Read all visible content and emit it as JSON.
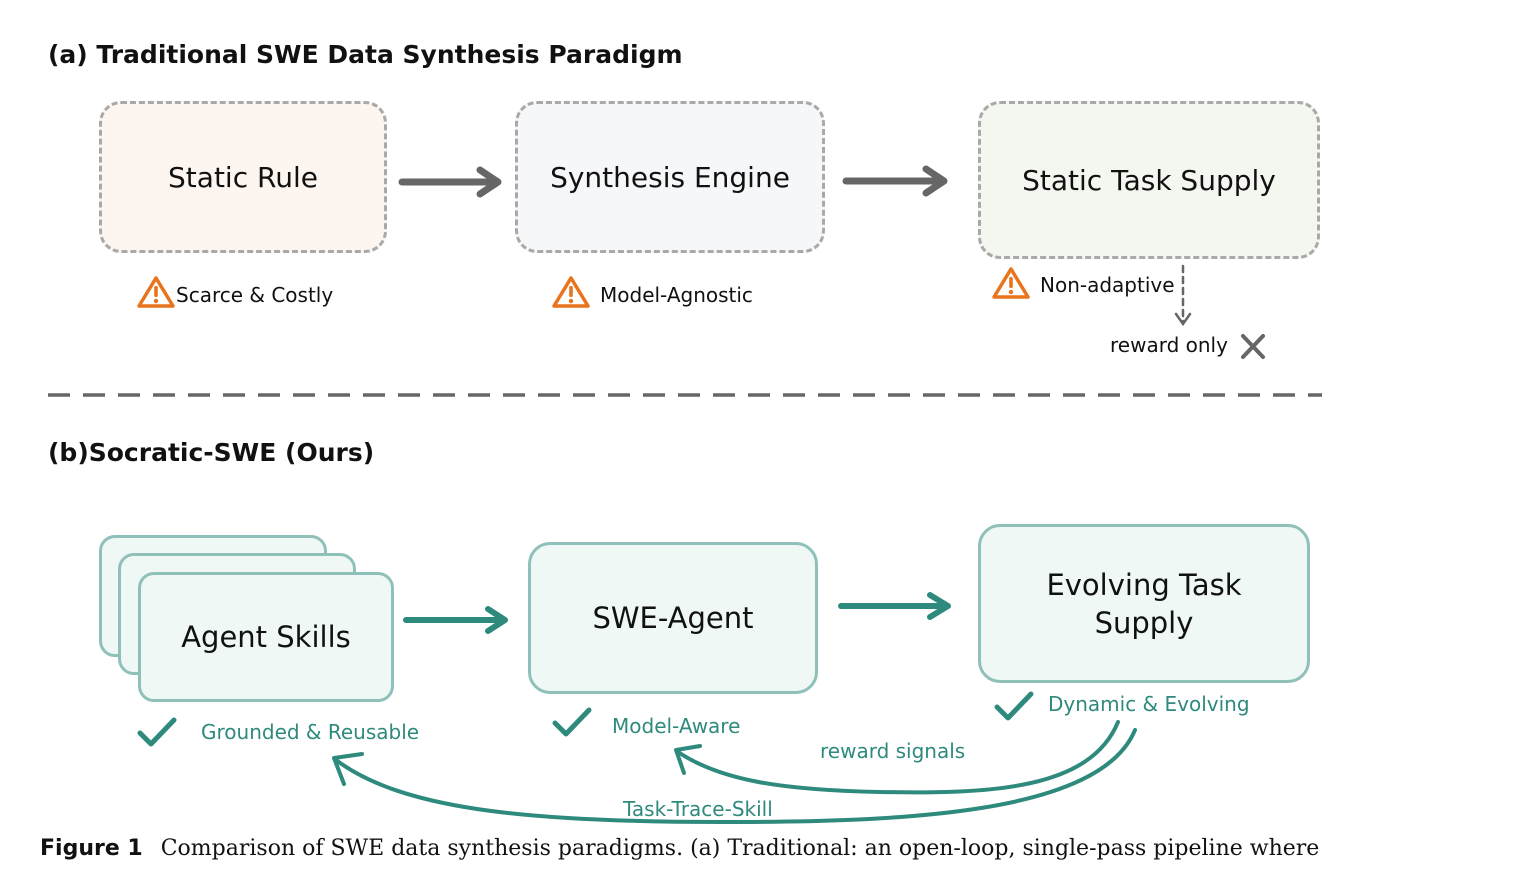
{
  "panel_a": {
    "title": "(a) Traditional SWE Data Synthesis Paradigm",
    "boxes": [
      {
        "label": "Static Rule",
        "note": "Scarce & Costly",
        "fill": "#fdf6f0"
      },
      {
        "label": "Synthesis Engine",
        "note": "Model-Agnostic",
        "fill": "#f6f7f9"
      },
      {
        "label": "Static Task Supply",
        "note": "Non-adaptive",
        "fill": "#f4f6f0"
      }
    ],
    "reward_note": "reward only"
  },
  "panel_b": {
    "title": "(b)Socratic-SWE (Ours)",
    "boxes": [
      {
        "label": "Agent Skills",
        "note": "Grounded & Reusable"
      },
      {
        "label": "SWE-Agent",
        "note": "Model-Aware"
      },
      {
        "label": "Evolving Task Supply",
        "note": "Dynamic & Evolving"
      }
    ],
    "feedback_labels": {
      "reward": "reward signals",
      "trace": "Task-Trace-Skill"
    }
  },
  "caption": {
    "label": "Figure 1",
    "text": "Comparison of SWE data synthesis paradigms.  (a) Traditional: an open-loop, single-pass pipeline where"
  },
  "colors": {
    "teal": "#2f8a7e",
    "teal_border": "#8fc0ba",
    "teal_fill": "#eff8f4",
    "gray_arrow": "#666666",
    "dash_border": "#a9a9a9",
    "warning": "#e8741e"
  }
}
